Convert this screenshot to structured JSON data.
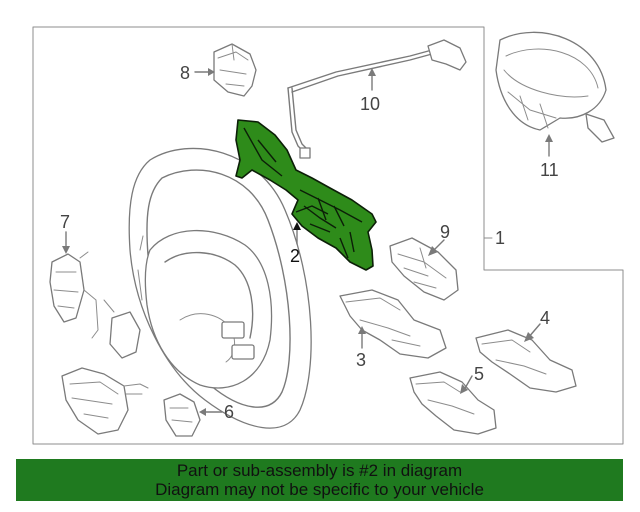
{
  "diagram": {
    "callouts": {
      "c1": "1",
      "c2": "2",
      "c3": "3",
      "c4": "4",
      "c5": "5",
      "c6": "6",
      "c7": "7",
      "c8": "8",
      "c9": "9",
      "c10": "10",
      "c11": "11"
    },
    "highlighted_part": "2",
    "highlight_color": "#2e8b1a"
  },
  "banner": {
    "line1": "Part or sub-assembly is #2 in diagram",
    "line2": "Diagram may not be specific to your vehicle",
    "background": "#1f7a1f"
  }
}
